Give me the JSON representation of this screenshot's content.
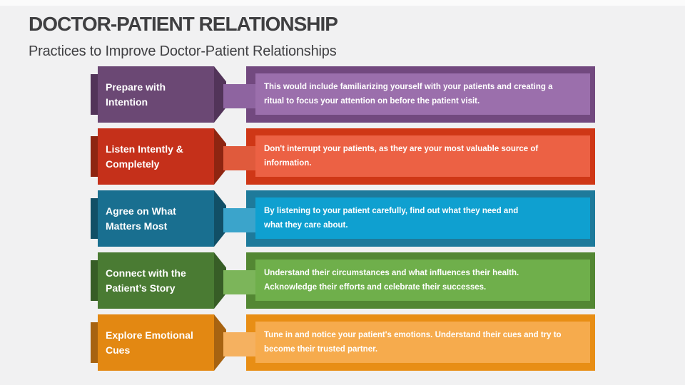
{
  "slide": {
    "title": "DOCTOR-PATIENT RELATIONSHIP",
    "subtitle": "Practices to Improve Doctor-Patient Relationships",
    "background_color": "#F1F1F2",
    "title_color": "#3F3F41",
    "text_color": "#FFFFFF"
  },
  "rows": [
    {
      "title": "Prepare with\nIntention",
      "description": "This would include familiarizing yourself with your patients and creating a\nritual to focus your attention on before the patient visit.",
      "colors": {
        "darkest": "#523459",
        "dark": "#6B4874",
        "outer": "#72497F",
        "mid": "#8E64A0",
        "light": "#9B6FAC"
      }
    },
    {
      "title": "Listen Intently &\nCompletely",
      "description": "Don't interrupt your patients, as they are your most valuable source of\ninformation.",
      "colors": {
        "darkest": "#8E2511",
        "dark": "#C5301A",
        "outer": "#CF3716",
        "mid": "#E05A3C",
        "light": "#EC6144"
      }
    },
    {
      "title": "Agree on What\nMatters Most",
      "description": "By listening to your patient carefully, find out what they need and\nwhat they care about.",
      "colors": {
        "darkest": "#114F66",
        "dark": "#196F90",
        "outer": "#1E7A9B",
        "mid": "#3BA4CB",
        "light": "#0FA0D0"
      }
    },
    {
      "title": "Connect with the\nPatient’s Story",
      "description": "Understand their circumstances and what influences their health.\nAcknowledge their efforts and celebrate their successes.",
      "colors": {
        "darkest": "#375D26",
        "dark": "#4A7B33",
        "outer": "#538733",
        "mid": "#7CB55A",
        "light": "#6FAF4B"
      }
    },
    {
      "title": "Explore Emotional\nCues",
      "description": "Tune in and notice your patient's emotions. Understand their cues and try to\nbecome their trusted partner.",
      "colors": {
        "darkest": "#A76311",
        "dark": "#E38812",
        "outer": "#E88E15",
        "mid": "#F5B160",
        "light": "#F6AB4D"
      }
    }
  ]
}
